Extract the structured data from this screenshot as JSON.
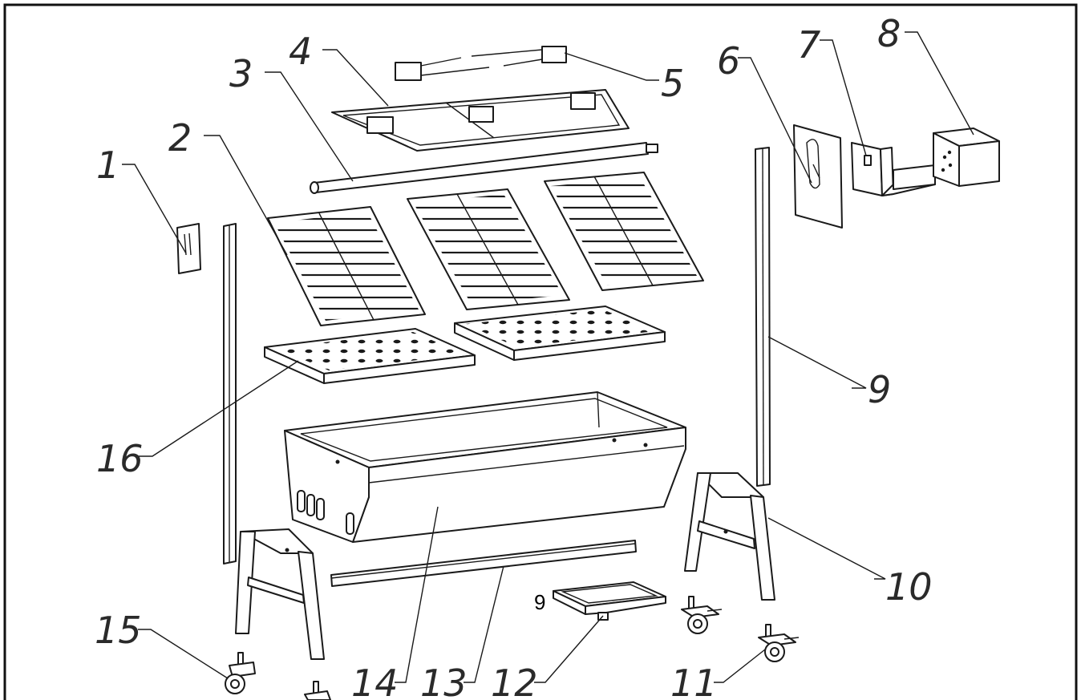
{
  "diagram": {
    "callouts": [
      {
        "id": "1",
        "label": "1"
      },
      {
        "id": "2",
        "label": "2"
      },
      {
        "id": "3",
        "label": "3"
      },
      {
        "id": "4",
        "label": "4"
      },
      {
        "id": "5",
        "label": "5"
      },
      {
        "id": "6",
        "label": "6"
      },
      {
        "id": "7",
        "label": "7"
      },
      {
        "id": "8",
        "label": "8"
      },
      {
        "id": "9",
        "label": "9"
      },
      {
        "id": "10",
        "label": "10"
      },
      {
        "id": "11",
        "label": "11"
      },
      {
        "id": "12",
        "label": "12"
      },
      {
        "id": "13",
        "label": "13"
      },
      {
        "id": "14",
        "label": "14"
      },
      {
        "id": "15",
        "label": "15"
      },
      {
        "id": "16",
        "label": "16"
      }
    ],
    "stray_label": "9"
  }
}
